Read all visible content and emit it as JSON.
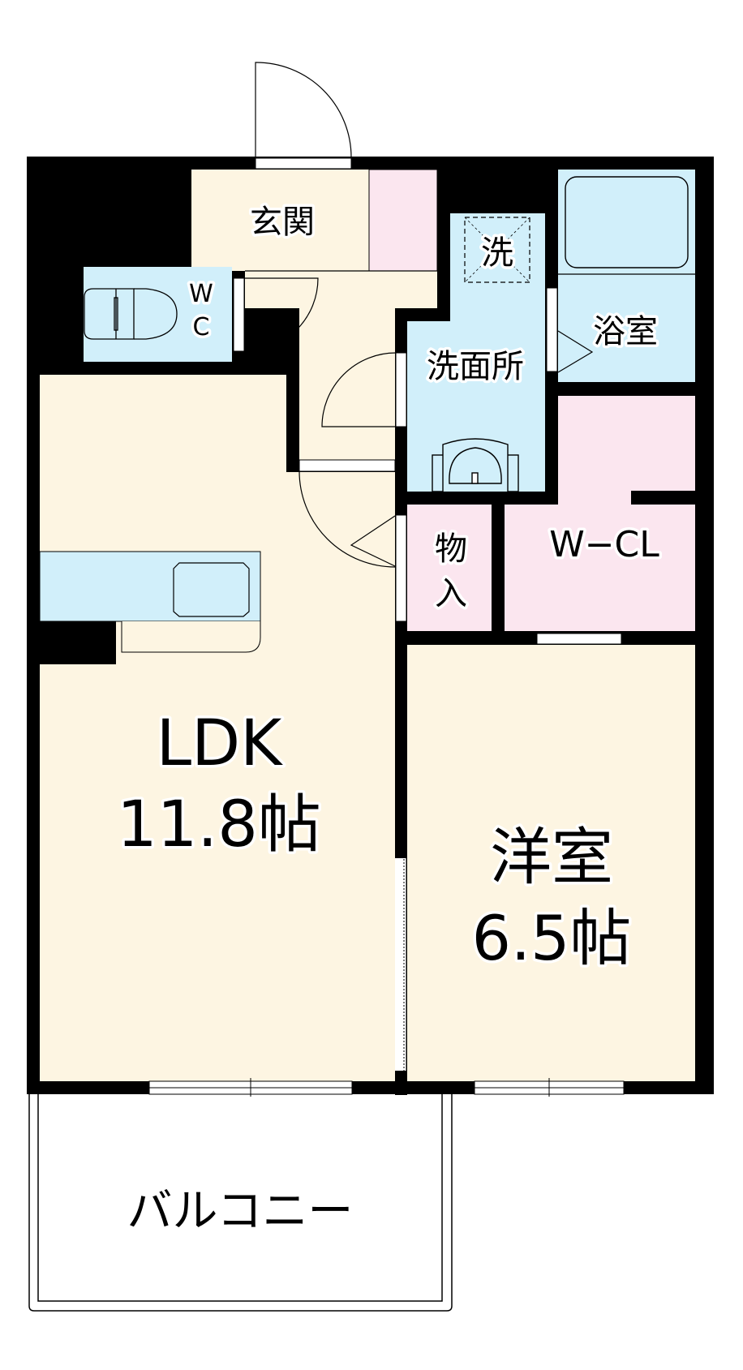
{
  "floor_plan": {
    "colors": {
      "wall": "#000000",
      "living": "#fdf5e2",
      "wet_area": "#d1effa",
      "storage": "#fbe6ef",
      "outside": "#ffffff"
    },
    "rooms": {
      "entrance": {
        "label": "玄関"
      },
      "wc": {
        "label_line1": "W",
        "label_line2": "C"
      },
      "washroom": {
        "label": "洗面所",
        "washer_label": "洗"
      },
      "bathroom": {
        "label": "浴室"
      },
      "walk_in_closet": {
        "label": "W−CL"
      },
      "storage": {
        "label_line1": "物",
        "label_line2": "入"
      },
      "ldk": {
        "label_line1": "LDK",
        "label_line2": "11.8帖"
      },
      "western_room": {
        "label_line1": "洋室",
        "label_line2": "6.5帖"
      },
      "balcony": {
        "label": "バルコニー"
      }
    }
  }
}
